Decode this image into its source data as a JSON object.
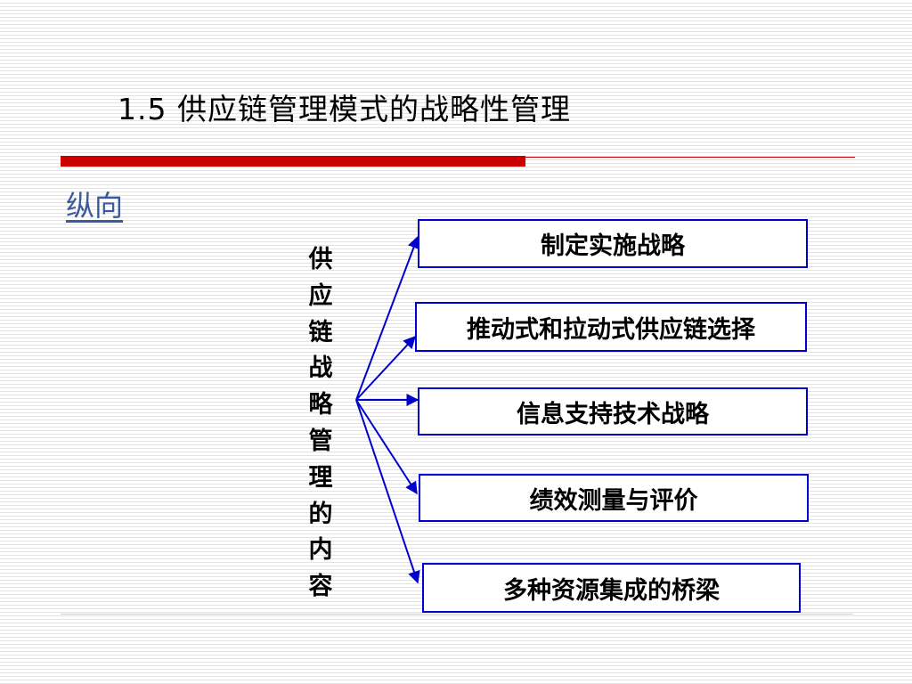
{
  "slide": {
    "title": "1.5 供应链管理模式的战略性管理",
    "link": "纵向",
    "vertical_label": [
      "供",
      "应",
      "链",
      "战",
      "略",
      "管",
      "理",
      "的",
      "内",
      "容"
    ],
    "items": [
      {
        "label": "制定实施战略"
      },
      {
        "label": "推动式和拉动式供应链选择"
      },
      {
        "label": "信息支持技术战略"
      },
      {
        "label": "绩效测量与评价"
      },
      {
        "label": "多种资源集成的桥梁"
      }
    ]
  },
  "colors": {
    "accent_bar": "#cc0000",
    "box_border": "#0000cc",
    "arrow": "#0000cc",
    "link": "#3a5a9a"
  }
}
